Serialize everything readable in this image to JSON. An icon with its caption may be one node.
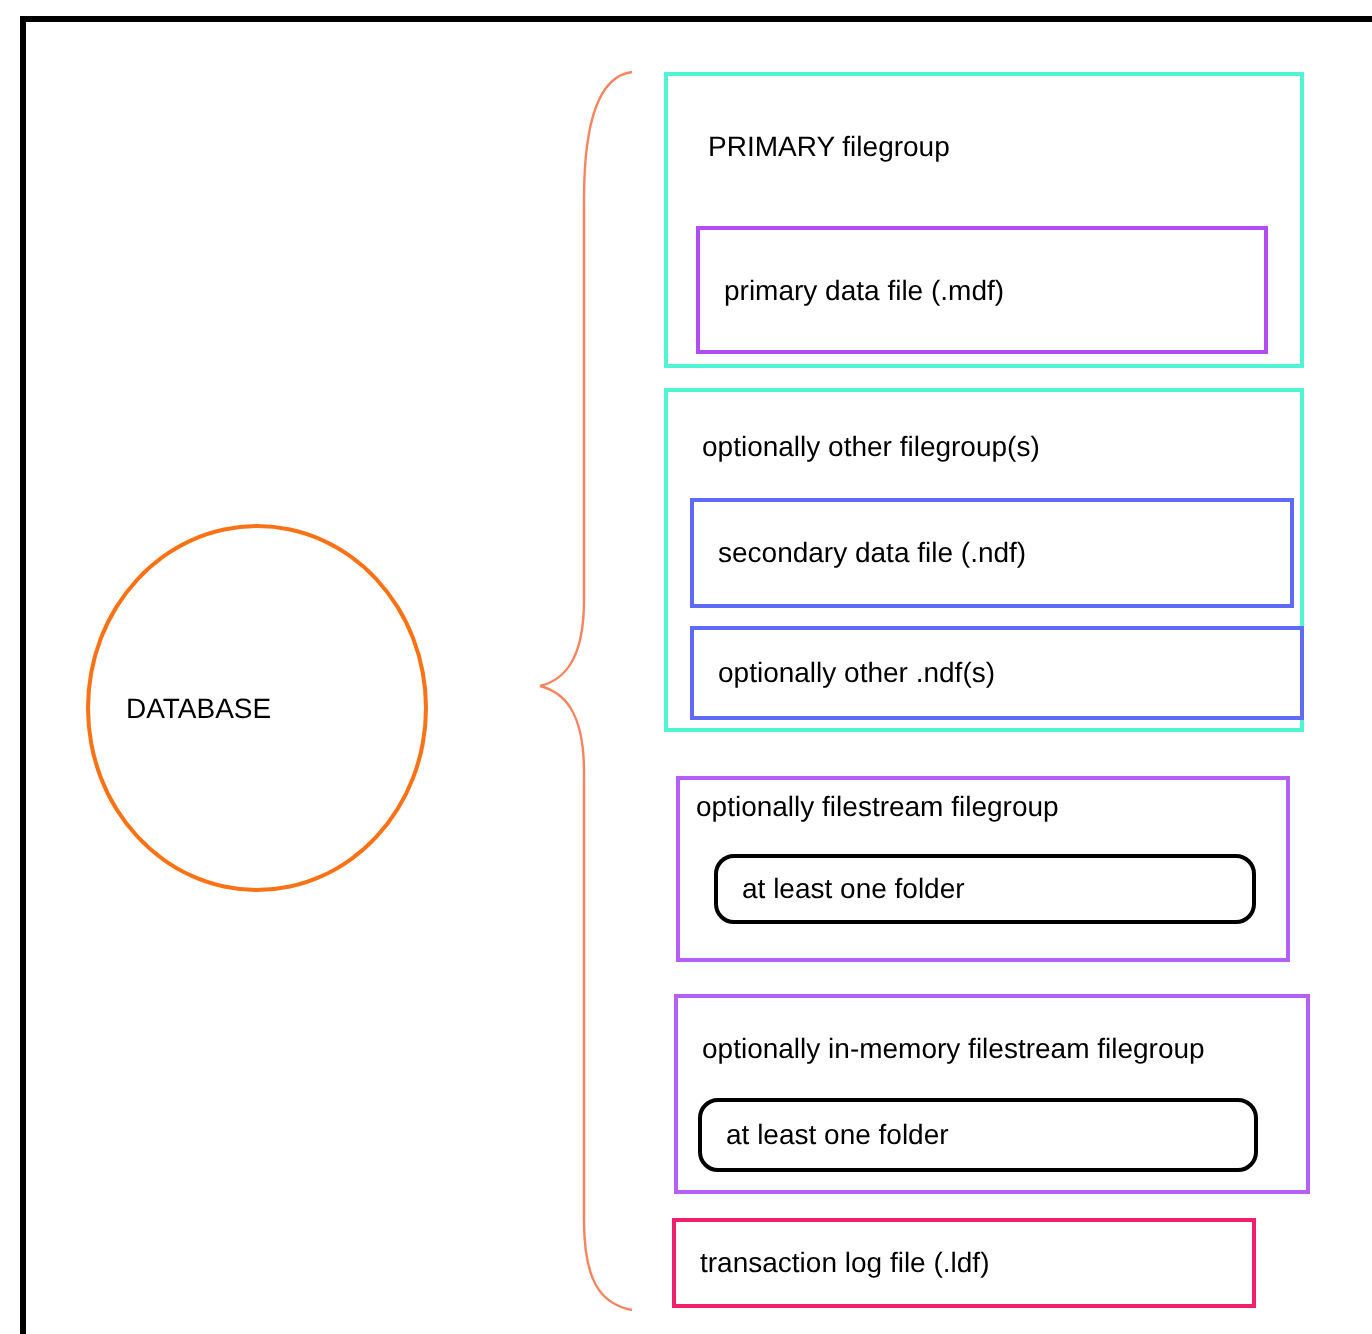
{
  "diagram": {
    "nodes": [
      {
        "text": [
          "DATABASE"
        ]
      },
      {
        "text": [
          "PRIMARY filegroup"
        ]
      },
      {
        "text": [
          "primary data file (.mdf)"
        ],
        "in": 1
      },
      {
        "text": [
          "optionally other filegroup(s)"
        ]
      },
      {
        "text": [
          "secondary data file (.ndf)"
        ],
        "in": 3
      },
      {
        "text": [
          "optionally other .ndf(s)"
        ],
        "in": 3
      },
      {
        "text": [
          "optionally filestream filegroup"
        ]
      },
      {
        "text": [
          "at least one folder"
        ],
        "in": 6
      },
      {
        "text": [
          "optionally in-memory filestream filegroup"
        ]
      },
      {
        "text": [
          "at least one folder"
        ],
        "in": 8
      },
      {
        "text": [
          "transaction log file (.ldf)"
        ]
      }
    ]
  }
}
